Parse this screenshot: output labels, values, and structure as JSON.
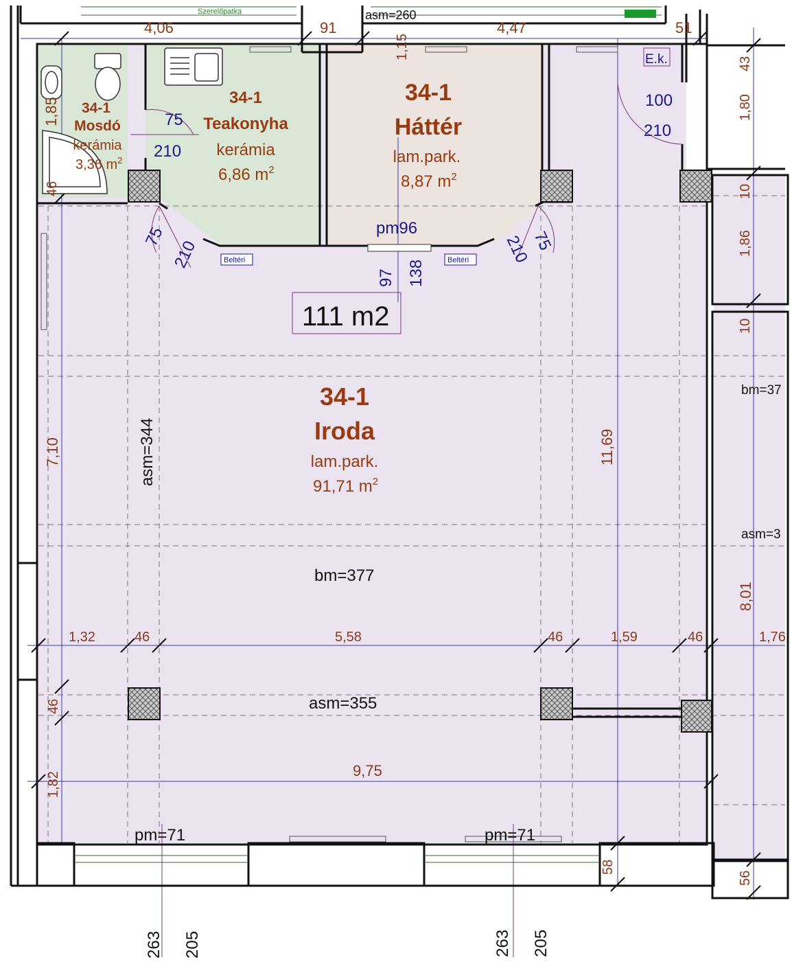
{
  "total_area": "111 m2",
  "rooms": {
    "mosdo": {
      "code": "34-1",
      "name": "Mosdó",
      "floor": "kerámia",
      "area": "3,36 m",
      "unit_sup": "2"
    },
    "teakonyha": {
      "code": "34-1",
      "name": "Teakonyha",
      "floor": "kerámia",
      "area": "6,86 m",
      "unit_sup": "2"
    },
    "hatter": {
      "code": "34-1",
      "name": "Háttér",
      "floor": "lam.park.",
      "area": "8,87 m",
      "unit_sup": "2"
    },
    "iroda": {
      "code": "34-1",
      "name": "Iroda",
      "floor": "lam.park.",
      "area": "91,71 m",
      "unit_sup": "2"
    }
  },
  "labels": {
    "top_asm": "asm=260",
    "szerelopatka": "Szerelőpatka",
    "ek": "E.k.",
    "pm96": "pm96",
    "pm71_left": "pm=71",
    "pm71_right": "pm=71",
    "asm344": "asm=344",
    "asm355": "asm=355",
    "bm377": "bm=377",
    "bm37_right": "bm=37",
    "asm3_right": "asm=3",
    "belteri_left": "Beltéri",
    "belteri_right": "Beltéri"
  },
  "dimensions": {
    "top_406": "4,06",
    "top_91": "91",
    "top_115": "1,15",
    "top_447": "4,47",
    "top_51": "51",
    "left_185": "1,85",
    "left_46_top": "46",
    "left_710": "7,10",
    "left_46_mid": "46",
    "left_182": "1,82",
    "right_43": "43",
    "right_180": "1,80",
    "right_10a": "10",
    "right_186": "1,86",
    "right_10b": "10",
    "right_801": "8,01",
    "right_56": "56",
    "right_58": "58",
    "mid_1169": "11,69",
    "row_132": "1,32",
    "row_46a": "46",
    "row_558": "5,58",
    "row_46b": "46",
    "row_159": "1,59",
    "row_46c": "46",
    "row_176": "1,76",
    "total_975": "9,75",
    "q97": "97",
    "q138": "138",
    "bot_263_l": "263",
    "bot_205_l": "205",
    "bot_263_r": "263",
    "bot_205_r": "205"
  },
  "doors": {
    "d_kitchen_w": "75",
    "d_kitchen_h": "210",
    "d_ek_w": "100",
    "d_ek_h": "210",
    "d_left_w": "75",
    "d_left_h": "210",
    "d_right_w": "75",
    "d_right_h": "210"
  },
  "colors": {
    "office_fill": "#ece3f1",
    "kitchen_fill": "#dbe7d6",
    "background_fill": "#ede3df",
    "dimension_text": "#8b3a1a",
    "room_text": "#9a3a10",
    "door_text": "#1a1a8a"
  }
}
